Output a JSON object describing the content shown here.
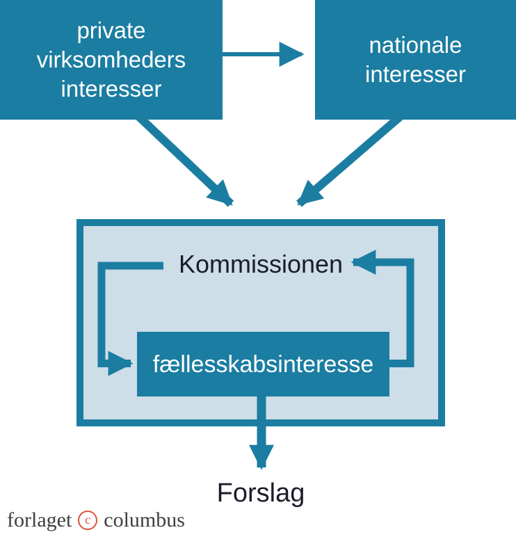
{
  "colors": {
    "teal": "#1B7DA1",
    "light_fill": "#CDDEE9",
    "dark_text": "#1B1C2B",
    "logo_gray": "#3E3E40",
    "coral": "#E0513A"
  },
  "diagram": {
    "private_box": {
      "label": "private\nvirksomheders\ninteresser"
    },
    "national_box": {
      "label": "nationale\ninteresser"
    },
    "commission_label": "Kommissionen",
    "community_box": {
      "label": "fællesskabsinteresse"
    },
    "proposal_label": "Forslag"
  },
  "footer": {
    "forlaget": "forlaget",
    "copyright_letter": "c",
    "columbus": "columbus"
  }
}
